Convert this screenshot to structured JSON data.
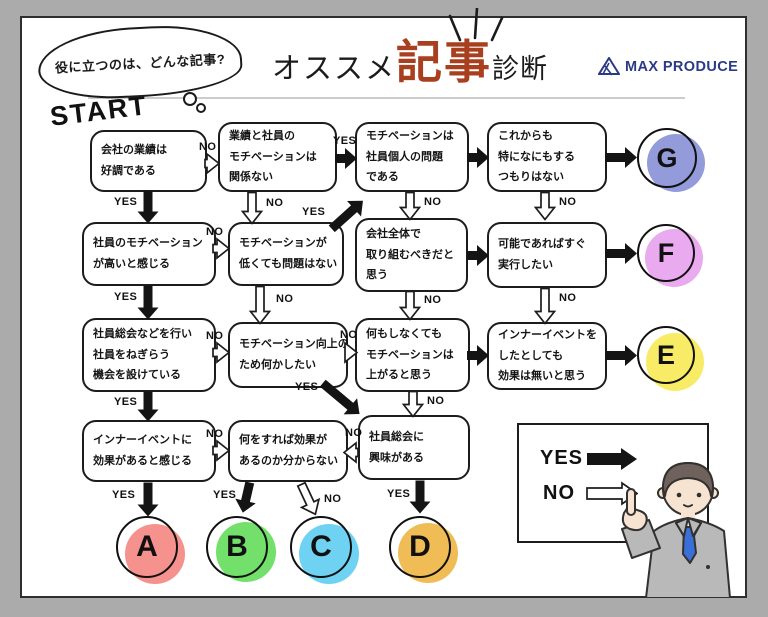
{
  "header": {
    "bubble": "役に立つのは、どんな記事?",
    "title_prefix": "オススメ",
    "title_accent": "記事",
    "title_suffix": "診断",
    "brand": "MAX PRODUCE"
  },
  "colors": {
    "accent": "#a8401f",
    "brand_navy": "#2b3a86"
  },
  "flow": {
    "start": "START",
    "boxes": {
      "r1c1": "会社の業績は\n好調である",
      "r1c2": "業績と社員の\nモチベーションは\n関係ない",
      "r1c3": "モチベーションは\n社員個人の問題\nである",
      "r1c4": "これからも\n特になにもする\nつもりはない",
      "r2c1": "社員のモチベーション\nが高いと感じる",
      "r2c2": "モチベーションが\n低くても問題はない",
      "r2c3": "会社全体で\n取り組むべきだと\n思う",
      "r2c4": "可能であればすぐ\n実行したい",
      "r3c1": "社員総会などを行い\n社員をねぎらう\n機会を設けている",
      "r3c2": "モチベーション向上の\nため何かしたい",
      "r3c3": "何もしなくても\nモチベーションは\n上がると思う",
      "r3c4": "インナーイベントを\nしたとしても\n効果は無いと思う",
      "r4c1": "インナーイベントに\n効果があると感じる",
      "r4c2": "何をすれば効果が\nあるのか分からない",
      "r4c3": "社員総会に\n興味がある"
    },
    "results": {
      "A": {
        "label": "A",
        "color": "#f5928d"
      },
      "B": {
        "label": "B",
        "color": "#72e06b"
      },
      "C": {
        "label": "C",
        "color": "#6fd2f3"
      },
      "D": {
        "label": "D",
        "color": "#f0bc55"
      },
      "E": {
        "label": "E",
        "color": "#f8ec67"
      },
      "F": {
        "label": "F",
        "color": "#eaaaf0"
      },
      "G": {
        "label": "G",
        "color": "#949bdb"
      }
    }
  },
  "legend": {
    "yes": "YES",
    "no": "NO"
  }
}
